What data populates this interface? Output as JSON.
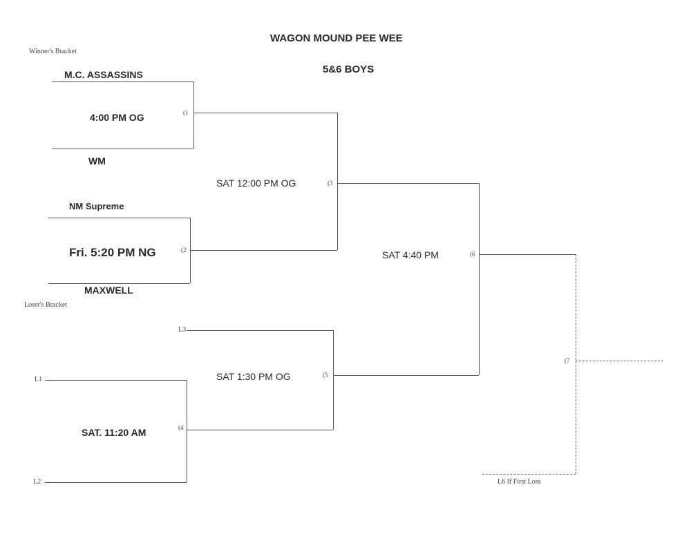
{
  "title": "WAGON MOUND PEE WEE",
  "subtitle": "5&6 BOYS",
  "winners_bracket_label": "Winner's Bracket",
  "losers_bracket_label": "Loser's Bracket",
  "teams": [
    "M.C. ASSASSINS",
    "WM",
    "NM Supreme",
    "MAXWELL"
  ],
  "games": [
    {
      "number": "(1",
      "time": "4:00 PM OG"
    },
    {
      "number": "(2",
      "time": "Fri. 5:20 PM NG"
    },
    {
      "number": "(3",
      "time": "SAT 12:00 PM OG"
    },
    {
      "number": "(4",
      "time": "SAT. 11:20 AM"
    },
    {
      "number": "(5",
      "time": "SAT 1:30 PM OG"
    },
    {
      "number": "(6",
      "time": "SAT 4:40 PM"
    },
    {
      "number": "(7",
      "time": ""
    }
  ],
  "loser_slots": [
    "L1",
    "L2",
    "L3"
  ],
  "if_first_loss": "L6 If First Loss"
}
